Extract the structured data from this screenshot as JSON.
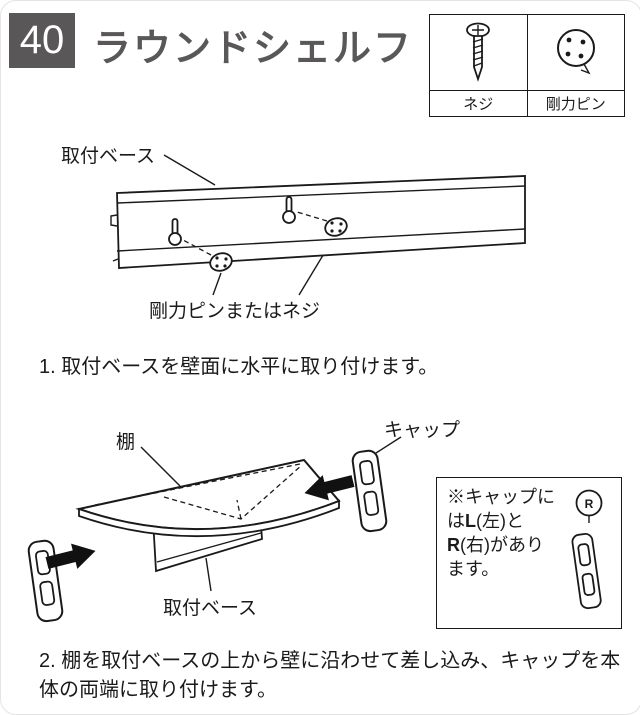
{
  "page": {
    "number": "40",
    "title": "ラウンドシェルフ"
  },
  "parts_box": {
    "items": [
      {
        "icon": "screw-icon",
        "label": "ネジ"
      },
      {
        "icon": "pin-icon",
        "label": "剛力ピン"
      }
    ]
  },
  "diagram1": {
    "label_base": "取付ベース",
    "label_pins": "剛力ピンまたはネジ"
  },
  "diagram2": {
    "label_shelf": "棚",
    "label_cap": "キャップ",
    "label_base": "取付ベース"
  },
  "note": {
    "seg1": "※キャップには",
    "bold1": "L",
    "seg2": "(左)と",
    "bold2": "R",
    "seg3": "(右)があります。",
    "r_mark": "R"
  },
  "steps": {
    "step1": "1. 取付ベースを壁面に水平に取り付けます。",
    "step2": "2. 棚を取付ベースの上から壁に沿わせて差し込み、キャップを本体の両端に取り付けます。"
  },
  "colors": {
    "accent_gray": "#595757",
    "line_black": "#1a1a1a",
    "background": "#ffffff"
  }
}
